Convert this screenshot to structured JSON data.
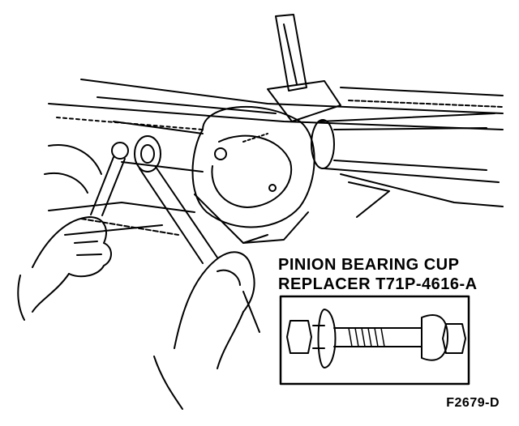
{
  "figure": {
    "tool_label_line1": "PINION BEARING CUP",
    "tool_label_line2": "REPLACER T71P-4616-A",
    "figure_code": "F2679-D"
  },
  "colors": {
    "ink": "#000000",
    "paper": "#ffffff"
  }
}
